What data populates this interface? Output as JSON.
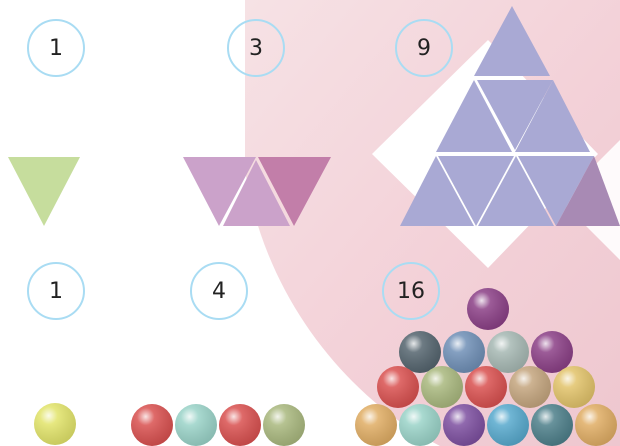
{
  "colors": {
    "background_pink": "#f3d4da",
    "background_pink_light": "#f9e6ea",
    "badge_border": "#a9dcf3",
    "triangle_green": "#c6dd9d",
    "triangle_purple_light": "#cba2ca",
    "triangle_purple_dark": "#c27ea9",
    "triangle_lavender": "#a9a9d4",
    "triangle_mauve": "#a88ab4"
  },
  "top_row": {
    "badges": [
      {
        "name": "count-badge-1",
        "value": "1"
      },
      {
        "name": "count-badge-3",
        "value": "3"
      },
      {
        "name": "count-badge-9",
        "value": "9"
      }
    ]
  },
  "bottom_row": {
    "badges": [
      {
        "name": "count-badge-1b",
        "value": "1"
      },
      {
        "name": "count-badge-4",
        "value": "4"
      },
      {
        "name": "count-badge-16",
        "value": "16"
      }
    ]
  },
  "ball_groups": [
    {
      "name": "ball-group-1",
      "balls": [
        "#e2e46a"
      ]
    },
    {
      "name": "ball-group-4",
      "balls": [
        "#d9504f",
        "#9ad3c8",
        "#d9504f",
        "#a9b87e"
      ]
    },
    {
      "name": "ball-group-16",
      "rows": [
        [
          "#8b3f86"
        ],
        [
          "#54646e",
          "#6f8fb6",
          "#a6b8b3",
          "#8b3f86"
        ],
        [
          "#d9504f",
          "#a9b87e",
          "#d9504f",
          "#c4a57e",
          "#e2c36a"
        ],
        [
          "#e0ad64",
          "#9ad3c8",
          "#7d4fa0",
          "#57a9cd",
          "#4d7f8a",
          "#e0ad64"
        ]
      ]
    }
  ]
}
